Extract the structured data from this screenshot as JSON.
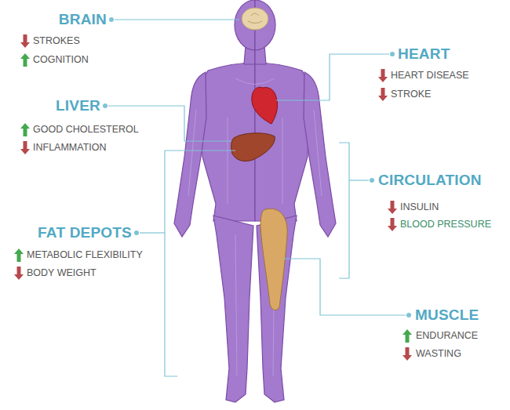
{
  "diagram": {
    "labels": [
      "BRAIN",
      "STROKES",
      "COGNITION",
      "LIVER",
      "GOOD CHOLESTEROL",
      "INFLAMMATION",
      "FAT DEPOTS",
      "METABOLIC FLEXIBILITY",
      "BODY WEIGHT",
      "HEART",
      "HEART DISEASE",
      "STROKE",
      "CIRCULATION",
      "INSULIN",
      "BLOOD PRESSURE",
      "MUSCLE",
      "ENDURANCE",
      "WASTING"
    ]
  }
}
